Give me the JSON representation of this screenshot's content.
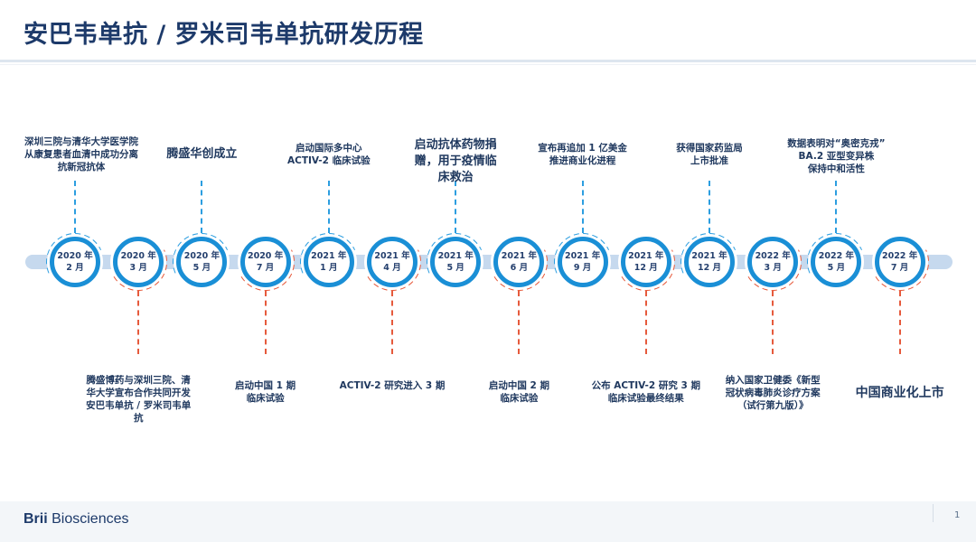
{
  "page": {
    "title": "安巴韦单抗 / 罗米司韦单抗研发历程",
    "page_number": "1"
  },
  "brand": {
    "logo_bold": "Brii",
    "logo_rest": " Biosciences"
  },
  "colors": {
    "accent_blue": "#1a8fd6",
    "accent_red": "#e65a3c",
    "bar": "#c6d9ee",
    "text": "#20395f"
  },
  "milestones": [
    {
      "year": "2020 年",
      "month": "2 月",
      "side": "up",
      "label": "深圳三院与清华大学医学院\n从康复患者血清中成功分离\n抗新冠抗体"
    },
    {
      "year": "2020 年",
      "month": "3 月",
      "side": "down",
      "label": "腾盛博药与深圳三院、清\n华大学宣布合作共同开发\n安巴韦单抗 / 罗米司韦单\n抗"
    },
    {
      "year": "2020 年",
      "month": "5 月",
      "side": "up",
      "label": "腾盛华创成立"
    },
    {
      "year": "2020 年",
      "month": "7 月",
      "side": "down",
      "label": "启动中国 1 期\n临床试验"
    },
    {
      "year": "2021 年",
      "month": "1 月",
      "side": "up",
      "label": "启动国际多中心\nACTIV-2 临床试验"
    },
    {
      "year": "2021 年",
      "month": "4 月",
      "side": "down",
      "label": "ACTIV-2 研究进入 3 期"
    },
    {
      "year": "2021 年",
      "month": "5 月",
      "side": "up",
      "label": "启动抗体药物捐\n赠，用于疫情临\n床救治"
    },
    {
      "year": "2021 年",
      "month": "6 月",
      "side": "down",
      "label": "启动中国 2 期\n临床试验"
    },
    {
      "year": "2021 年",
      "month": "9 月",
      "side": "up",
      "label": "宣布再追加 1 亿美金\n推进商业化进程"
    },
    {
      "year": "2021 年",
      "month": "12 月",
      "side": "down",
      "label": "公布 ACTIV-2 研究 3 期\n临床试验最终结果"
    },
    {
      "year": "2021 年",
      "month": "12 月",
      "side": "up",
      "label": "获得国家药监局\n上市批准"
    },
    {
      "year": "2022 年",
      "month": "3 月",
      "side": "down",
      "label": "纳入国家卫健委《新型\n冠状病毒肺炎诊疗方案\n（试行第九版）》"
    },
    {
      "year": "2022 年",
      "month": "5 月",
      "side": "up",
      "label": "数据表明对“奥密克戎”\nBA.2 亚型变异株\n保持中和活性"
    },
    {
      "year": "2022 年",
      "month": "7 月",
      "side": "down",
      "label": "中国商业化上市"
    }
  ]
}
